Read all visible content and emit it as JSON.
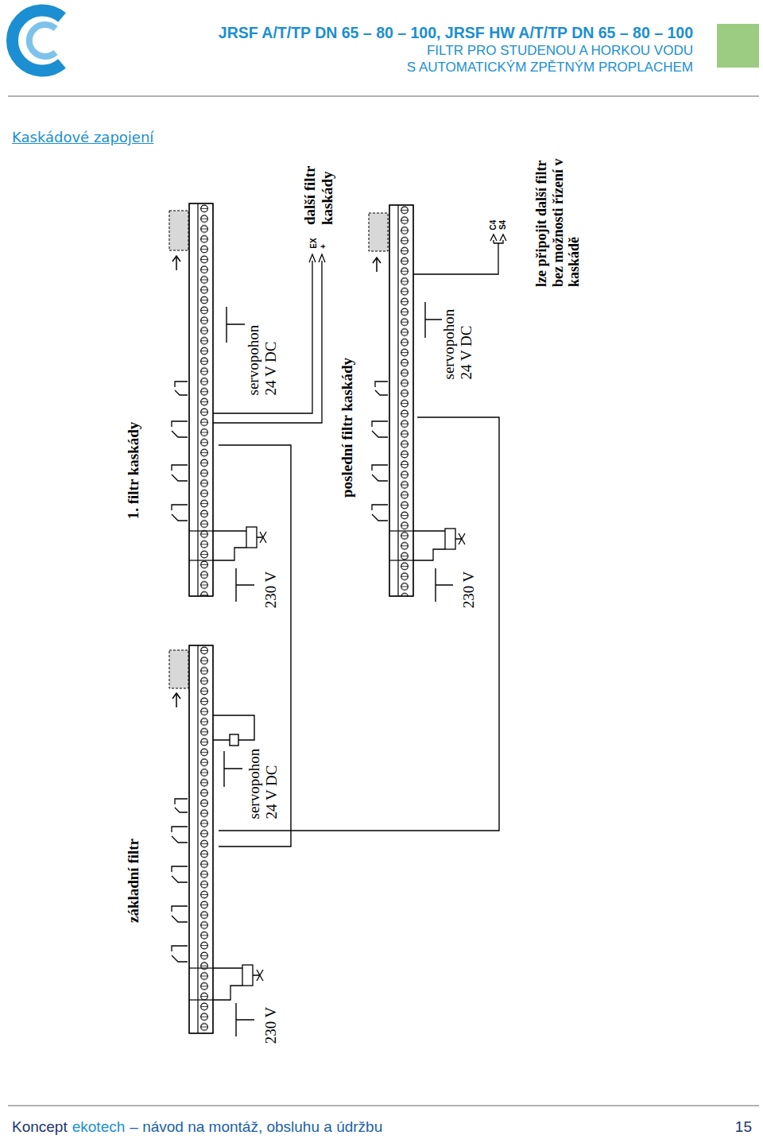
{
  "diagram": {
    "title": "Kaskádové zapojení",
    "nodes": [
      {
        "text": [
          "základní filtr"
        ]
      },
      {
        "text": [
          "1. filtr kaskády"
        ]
      },
      {
        "text": [
          "poslední filtr kaskády"
        ]
      }
    ],
    "edges": [
      {
        "from": 0,
        "to": 1,
        "arrow": "none"
      },
      {
        "from": 0,
        "to": 2,
        "arrow": "none"
      }
    ],
    "labels": [
      "JRSF A/T/TP DN 65 – 80 – 100, JRSF HW A/T/TP DN 65 – 80 – 100",
      "FILTR PRO STUDENOU A HORKOU VODU",
      "S AUTOMATICKÝM ZPĚTNÝM PROPLACHEM",
      "servopohon 24 V DC",
      "230 V",
      "další filtr kaskády",
      "EX",
      "+",
      "servopohon 24 V DC",
      "230 V",
      "C4",
      "S4",
      "lze připojit další filtr bez možnosti řízení v kaskádě",
      "servopohon 24 V DC",
      "230 V",
      "Koncept",
      "ekotech",
      "– návod na montáž, obsluhu a údržbu",
      "15"
    ]
  }
}
